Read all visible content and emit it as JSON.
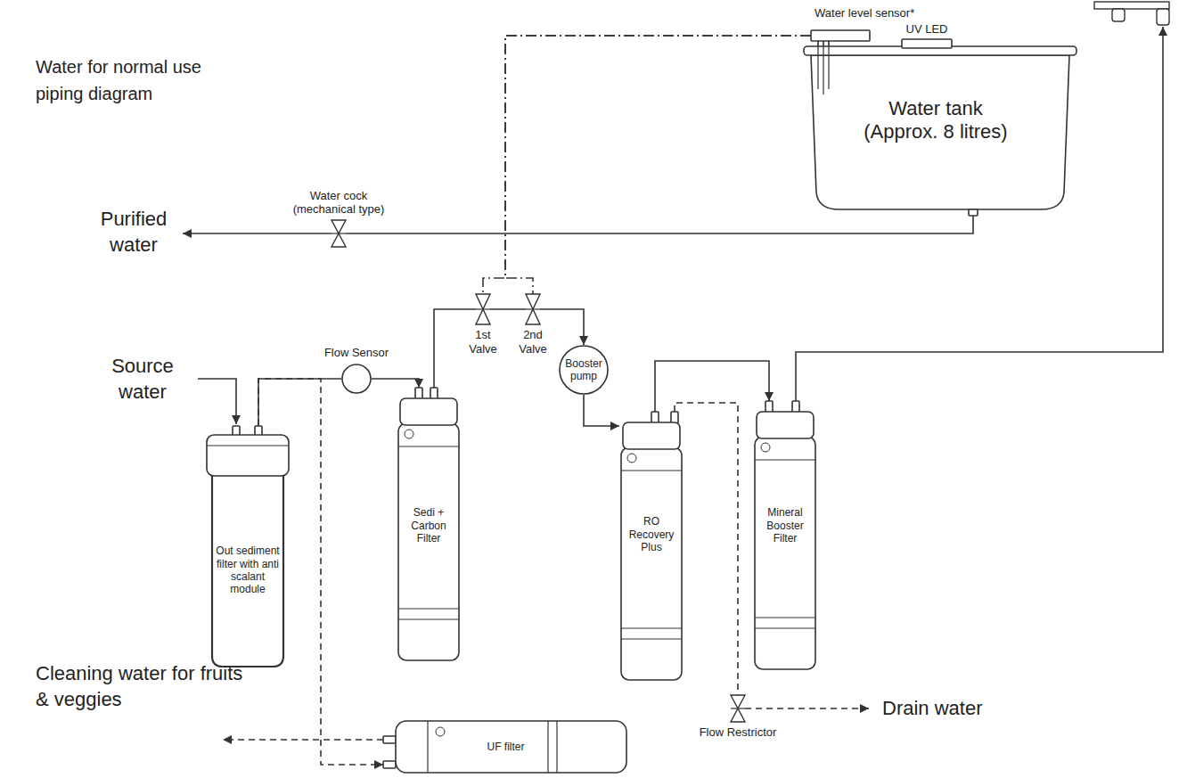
{
  "diagram": {
    "title": "Water for normal use piping diagram",
    "nodes": [
      {
        "text": [
          "Water tank (Approx. 8 litres)"
        ]
      },
      {
        "text": [
          "UV LED"
        ],
        "in": 0
      },
      {
        "text": [
          "Water level sensor*"
        ],
        "in": 0
      },
      {
        "text": [
          "Water cock (mechanical type)"
        ]
      },
      {
        "text": [
          "1st Valve"
        ]
      },
      {
        "text": [
          "2nd Valve"
        ]
      },
      {
        "text": [
          "Flow Sensor"
        ]
      },
      {
        "text": [
          "Booster pump"
        ]
      },
      {
        "text": [
          "Out sediment filter with anti scalant module"
        ]
      },
      {
        "text": [
          "Sedi + Carbon Filter"
        ]
      },
      {
        "text": [
          "RO Recovery Plus"
        ]
      },
      {
        "text": [
          "Mineral Booster Filter"
        ]
      },
      {
        "text": [
          "UF filter"
        ]
      },
      {
        "text": [
          "Flow Restrictor"
        ]
      }
    ],
    "edges": [
      {
        "from": 0,
        "to": 3,
        "arrow": "none"
      },
      {
        "from": 8,
        "to": 6,
        "arrow": "none"
      },
      {
        "from": 6,
        "to": 9,
        "arrow": "to"
      },
      {
        "from": 8,
        "to": 12,
        "arrow": "to"
      },
      {
        "from": 9,
        "to": 4,
        "arrow": "none"
      },
      {
        "from": 4,
        "to": 5,
        "arrow": "none"
      },
      {
        "from": 5,
        "to": 7,
        "arrow": "to"
      },
      {
        "from": 7,
        "to": 10,
        "arrow": "to"
      },
      {
        "from": 10,
        "to": 11,
        "arrow": "to"
      },
      {
        "from": 10,
        "to": 13,
        "arrow": "none"
      },
      {
        "from": 11,
        "to": 0,
        "arrow": "to"
      },
      {
        "from": 2,
        "to": 4,
        "arrow": "none"
      },
      {
        "from": 2,
        "to": 5,
        "arrow": "none"
      }
    ],
    "labels": [
      "Purified water",
      "Source water",
      "Cleaning water for fruits & veggies",
      "Drain water"
    ]
  }
}
